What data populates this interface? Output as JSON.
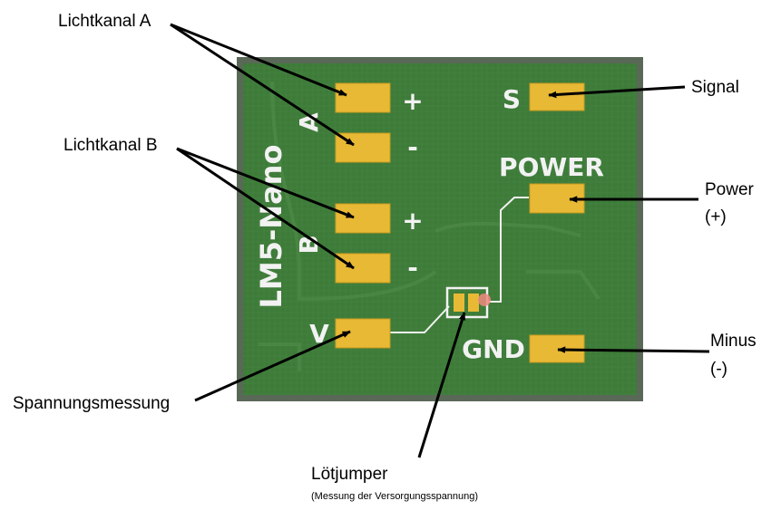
{
  "board": {
    "name": "LM5-Nano",
    "pad_labels": {
      "channel_a": "A",
      "channel_b": "B",
      "plus": "+",
      "minus": "-",
      "voltage": "V",
      "signal": "S",
      "power": "POWER",
      "gnd": "GND"
    },
    "colors": {
      "pcb": "#3f7d3a",
      "pcb_frame": "#5a6858",
      "pad": "#e8b935",
      "silkscreen": "#f2f2f2",
      "jumper_dot": "#f08a80"
    }
  },
  "callouts": {
    "lichtkanal_a": "Lichtkanal A",
    "lichtkanal_b": "Lichtkanal B",
    "spannungsmessung": "Spannungsmessung",
    "signal": "Signal",
    "power": "Power",
    "power_sub": "(+)",
    "minus": "Minus",
    "minus_sub": "(-)",
    "loetjumper": "Lötjumper",
    "loetjumper_sub": "(Messung der Versorgungsspannung)"
  }
}
